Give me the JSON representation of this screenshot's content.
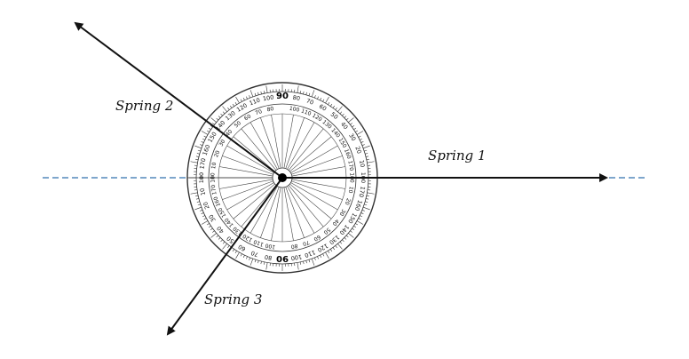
{
  "labels": {
    "spring1": "Spring 1",
    "spring2": "Spring 2",
    "spring3": "Spring 3"
  },
  "protractor": {
    "major_label": "90",
    "angles": [
      0,
      10,
      20,
      30,
      40,
      50,
      60,
      70,
      80,
      90,
      100,
      110,
      120,
      130,
      140,
      150,
      160,
      170,
      180
    ]
  },
  "colors": {
    "ink": "#111111",
    "reference_line": "#7ea6cc",
    "protractor_fill": "#ffffff",
    "protractor_ring": "#333333"
  }
}
